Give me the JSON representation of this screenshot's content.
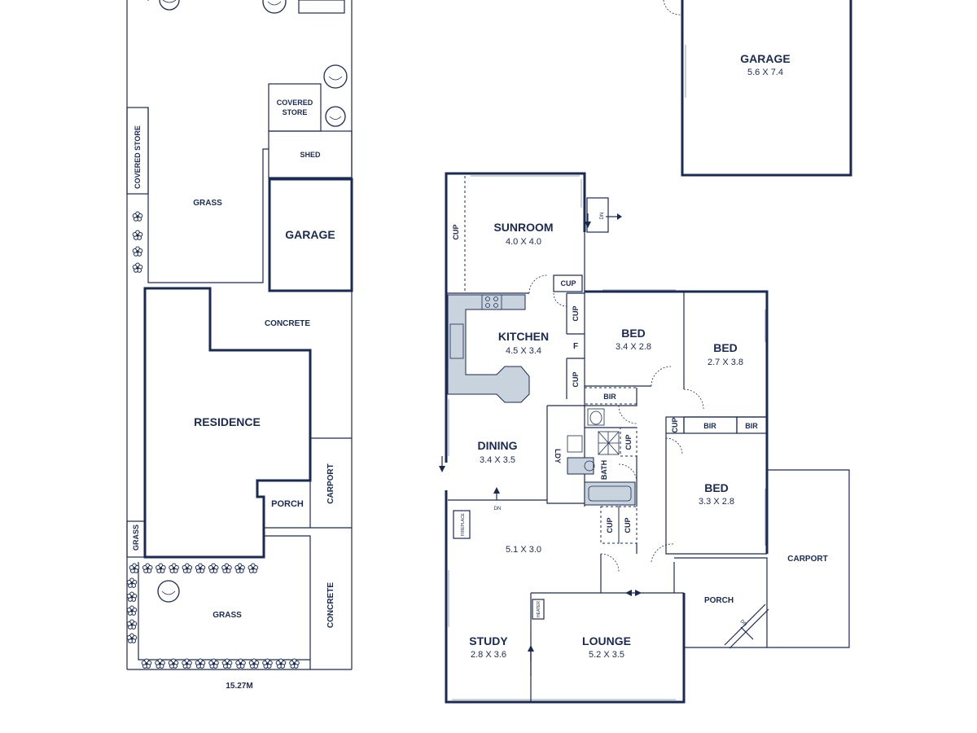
{
  "site": {
    "covered_store_top": "COVERED",
    "covered_store_bottom": "STORE",
    "shed": "SHED",
    "covered_store_side": "COVERED STORE",
    "grass_top": "GRASS",
    "garage": "GARAGE",
    "concrete_top": "CONCRETE",
    "residence": "RESIDENCE",
    "carport": "CARPORT",
    "porch": "PORCH",
    "grass_side": "GRASS",
    "grass_bottom": "GRASS",
    "concrete_side": "CONCRETE",
    "width": "15.27M"
  },
  "floor": {
    "garage": {
      "name": "GARAGE",
      "dims": "5.6 X 7.4"
    },
    "sunroom": {
      "name": "SUNROOM",
      "dims": "4.0 X 4.0"
    },
    "kitchen": {
      "name": "KITCHEN",
      "dims": "4.5 X 3.4"
    },
    "bed1": {
      "name": "BED",
      "dims": "3.4 X 2.8"
    },
    "bed2": {
      "name": "BED",
      "dims": "2.7 X 3.8"
    },
    "bed3": {
      "name": "BED",
      "dims": "3.3 X 2.8"
    },
    "dining": {
      "name": "DINING",
      "dims": "3.4 X 3.5"
    },
    "living_dims": "5.1 X 3.0",
    "study": {
      "name": "STUDY",
      "dims": "2.8 X 3.6"
    },
    "lounge": {
      "name": "LOUNGE",
      "dims": "5.2 X 3.5"
    },
    "porch": "PORCH",
    "carport": "CARPORT",
    "cup": "CUP",
    "bir": "BIR",
    "f": "F",
    "ldy": "LDY",
    "bath": "BATH",
    "dn": "DN",
    "fireplace": "FIREPLACE",
    "heater": "HEATER"
  }
}
